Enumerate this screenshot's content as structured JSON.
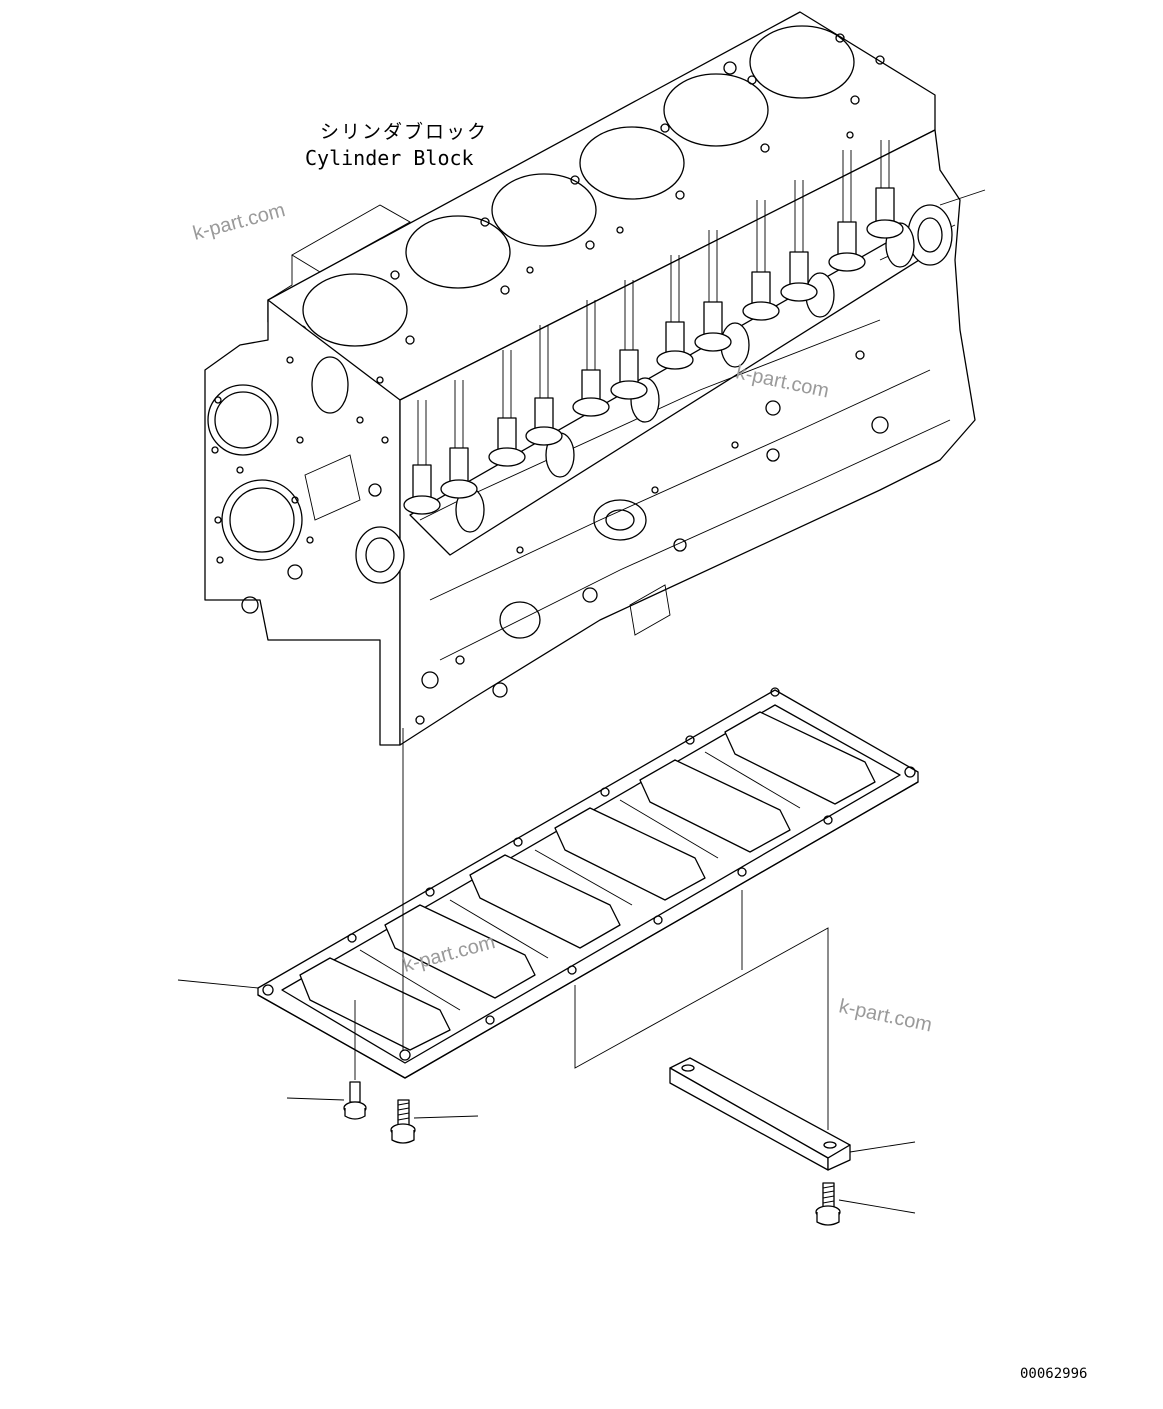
{
  "diagram": {
    "part_label_japanese": "シリンダブロック",
    "part_label_english": "Cylinder Block",
    "watermark_text": "k-part.com",
    "figure_number": "00062996"
  },
  "colors": {
    "line": "#000000",
    "background": "#ffffff",
    "watermark": "#9a9a9a"
  }
}
